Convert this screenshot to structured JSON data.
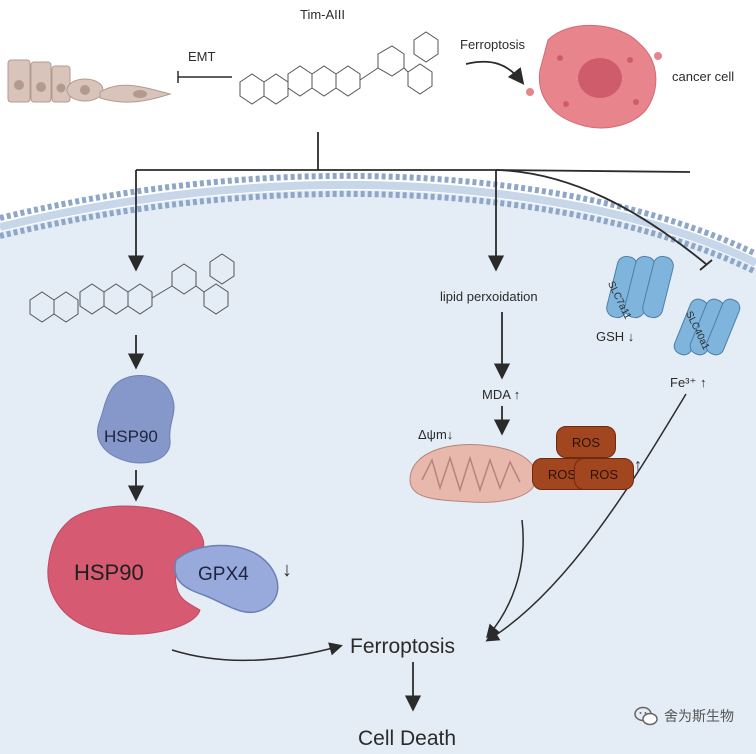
{
  "title": "Tim-AIII",
  "top": {
    "emt": "EMT",
    "ferroptosis": "Ferroptosis",
    "cancer_cell": "cancer cell"
  },
  "labels": {
    "lipid": "lipid perxoidation",
    "mda": "MDA",
    "dpsi": "Δψm",
    "gsh": "GSH",
    "fe": "Fe³⁺",
    "slc7a11": "SLC7a11",
    "slc40a1": "SLC40a1",
    "ferroptosis": "Ferroptosis",
    "cell_death": "Cell Death"
  },
  "proteins": {
    "hsp90_small": "HSP90",
    "hsp90_big": "HSP90",
    "gpx4": "GPX4"
  },
  "ros": [
    "ROS",
    "ROS",
    "ROS"
  ],
  "arrows": {
    "up": "↑",
    "down": "↓"
  },
  "watermark": "舍为斯生物",
  "colors": {
    "cell_fill": "#e4edf6",
    "membrane": "#8ea6c8",
    "hsp90_small": "#8698c9",
    "hsp90_big": "#d65a72",
    "gpx4": "#98a9dc",
    "ros": "#a2461f",
    "channel": "#7fb4dc",
    "mito": "#e8b8ad",
    "cancer": "#e8848c"
  }
}
